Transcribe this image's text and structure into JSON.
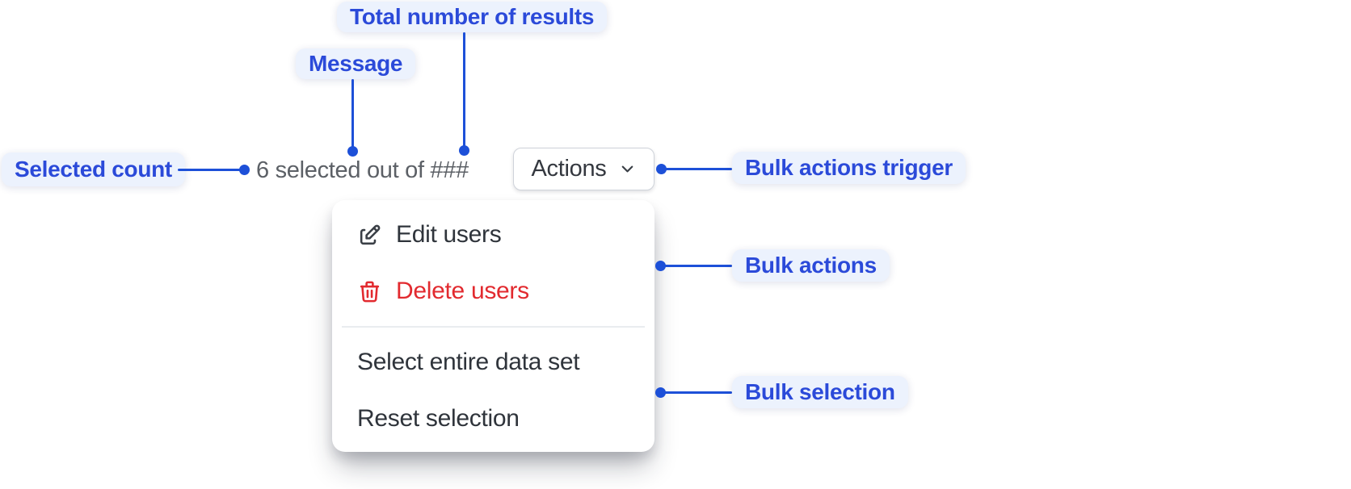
{
  "annotations": {
    "selected_count": "Selected count",
    "message": "Message",
    "total_results": "Total number of results",
    "bulk_actions_trigger": "Bulk actions trigger",
    "bulk_actions": "Bulk actions",
    "bulk_selection": "Bulk selection"
  },
  "toolbar": {
    "message": "6 selected out of ###",
    "actions_label": "Actions"
  },
  "menu": {
    "items": [
      {
        "label": "Edit users",
        "icon": "edit-icon",
        "danger": false
      },
      {
        "label": "Delete users",
        "icon": "trash-icon",
        "danger": true
      },
      {
        "label": "Select entire data set",
        "icon": null,
        "danger": false
      },
      {
        "label": "Reset selection",
        "icon": null,
        "danger": false
      }
    ]
  },
  "colors": {
    "annotation_blue_text": "#2b4ad9",
    "annotation_line_blue": "#1d50d8",
    "annotation_pill_bg": "#ecf2fd",
    "muted_message_text": "#5c6066",
    "menu_text": "#2f343b",
    "danger_red": "#e22a2f",
    "divider_gray": "#e9ecef",
    "button_border": "#cfd3da"
  }
}
